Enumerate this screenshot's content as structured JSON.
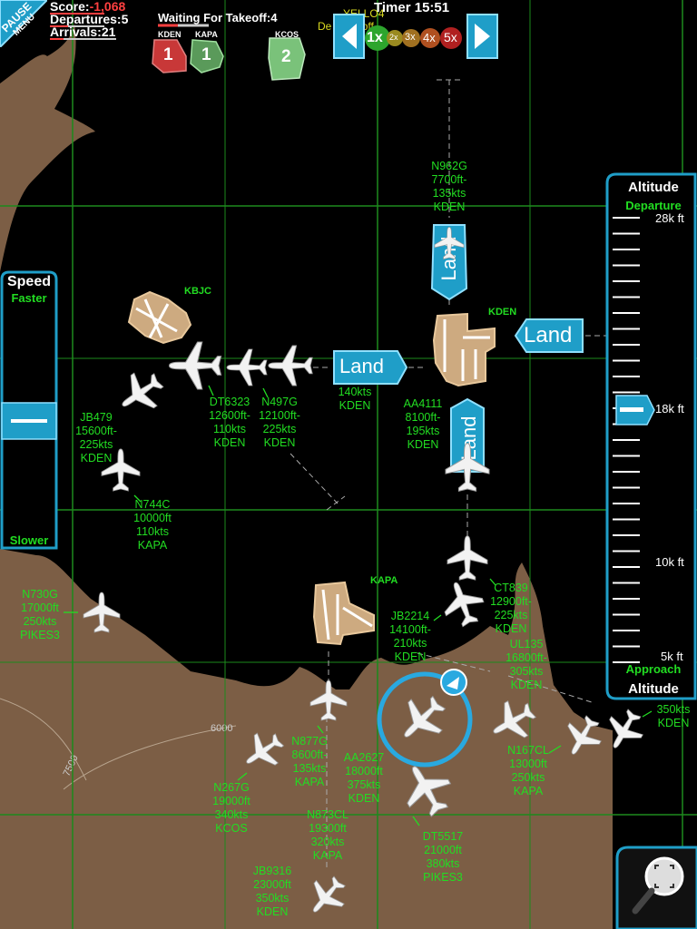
{
  "hud": {
    "pause_label": "PAUSE",
    "menu_label": "MENU",
    "score_label": "Score:",
    "score_value": "-1,068",
    "departures_label": "Departures:",
    "departures_value": "5",
    "arrivals_label": "Arrivals:",
    "arrivals_value": "21",
    "waiting_label": "Waiting For Takeoff:",
    "waiting_value": "4",
    "timer_label": "Timer",
    "timer_value": "15:51",
    "ticker_line1": "YELLO4",
    "ticker_line2": "De      e      andoff"
  },
  "waiting_airports": [
    {
      "code": "KDEN",
      "count": "1",
      "color": "#c83838"
    },
    {
      "code": "KAPA",
      "count": "1",
      "color": "#5a9a5a"
    },
    {
      "code": "KCOS",
      "count": "2",
      "color": "#7ac27a"
    }
  ],
  "speed_buttons": [
    {
      "label": "1x",
      "color": "#2da52d",
      "active": true
    },
    {
      "label": "2x",
      "color": "#9a8a20"
    },
    {
      "label": "3x",
      "color": "#a07020"
    },
    {
      "label": "4x",
      "color": "#b05020"
    },
    {
      "label": "5x",
      "color": "#b02020"
    }
  ],
  "speed_panel": {
    "title": "Speed",
    "top_label": "Faster",
    "bottom_label": "Slower"
  },
  "altitude_panel": {
    "title": "Altitude",
    "top_label": "Departure",
    "bottom_label": "Approach",
    "ticks": [
      "28k ft",
      "18k ft",
      "10k ft",
      "5k ft"
    ],
    "selected": "18k ft"
  },
  "airports": [
    "KBJC",
    "KDEN",
    "KAPA"
  ],
  "land_button_label": "Land",
  "contours": [
    "6000",
    "7500"
  ],
  "flights": [
    {
      "callsign": "N962G",
      "alt": "7700ft-",
      "speed": "135kts",
      "dest": "KDEN"
    },
    {
      "callsign": "DT6323",
      "alt": "12600ft-",
      "speed": "110kts",
      "dest": "KDEN"
    },
    {
      "callsign": "N497G",
      "alt": "12100ft-",
      "speed": "225kts",
      "dest": "KDEN"
    },
    {
      "callsign": "",
      "alt": "",
      "speed": "140kts",
      "dest": "KDEN"
    },
    {
      "callsign": "AA4111",
      "alt": "8100ft-",
      "speed": "195kts",
      "dest": "KDEN"
    },
    {
      "callsign": "JB479",
      "alt": "15600ft-",
      "speed": "225kts",
      "dest": "KDEN"
    },
    {
      "callsign": "N744C",
      "alt": "10000ft",
      "speed": "110kts",
      "dest": "KAPA"
    },
    {
      "callsign": "N730G",
      "alt": "17000ft",
      "speed": "250kts",
      "dest": "PIKES3"
    },
    {
      "callsign": "CT839",
      "alt": "12900ft-",
      "speed": "225kts",
      "dest": "KDEN"
    },
    {
      "callsign": "JB2214",
      "alt": "14100ft-",
      "speed": "210kts",
      "dest": "KDEN"
    },
    {
      "callsign": "UL135",
      "alt": "16800ft-",
      "speed": "305kts",
      "dest": "KDEN"
    },
    {
      "callsign": "",
      "alt": "",
      "speed": "350kts",
      "dest": "KDEN"
    },
    {
      "callsign": "N877G",
      "alt": "8600ft-",
      "speed": "135kts",
      "dest": "KAPA"
    },
    {
      "callsign": "AA2627",
      "alt": "18000ft",
      "speed": "375kts",
      "dest": "KDEN"
    },
    {
      "callsign": "N167CL",
      "alt": "13000ft",
      "speed": "250kts",
      "dest": "KAPA"
    },
    {
      "callsign": "N267G",
      "alt": "19000ft",
      "speed": "340kts",
      "dest": "KCOS"
    },
    {
      "callsign": "N873CL",
      "alt": "19300ft",
      "speed": "320kts",
      "dest": "KAPA"
    },
    {
      "callsign": "DT5517",
      "alt": "21000ft",
      "speed": "380kts",
      "dest": "PIKES3"
    },
    {
      "callsign": "JB9316",
      "alt": "23000ft",
      "speed": "350kts",
      "dest": "KDEN"
    }
  ],
  "zoom_button": "zoom-icon"
}
